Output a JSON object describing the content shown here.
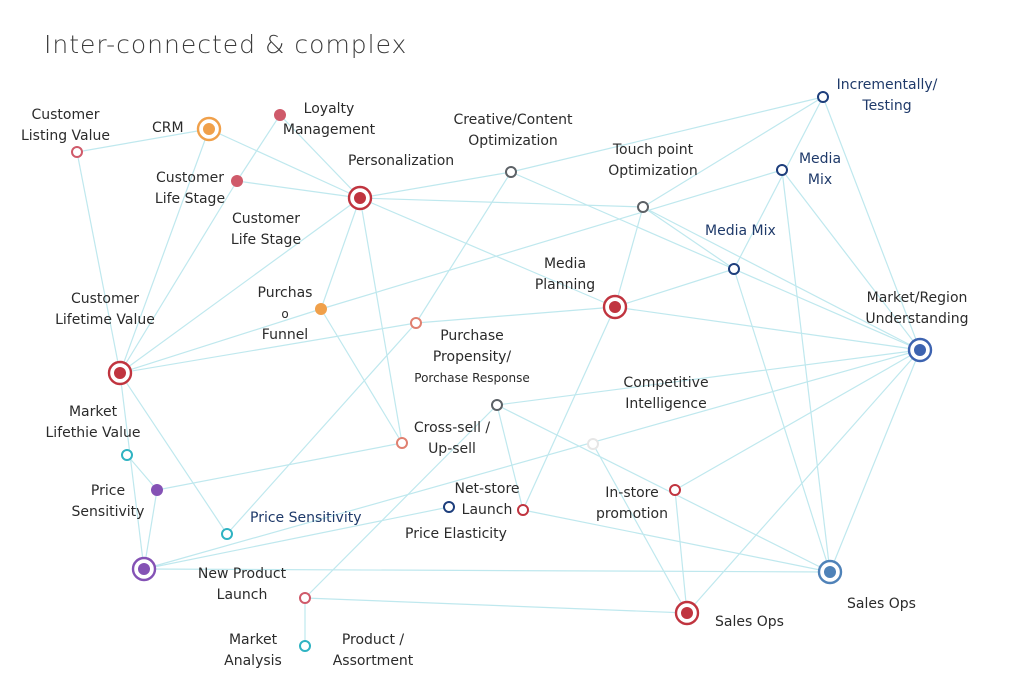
{
  "title": "Inter-connected & complex",
  "colors": {
    "link": "#bfe8ee",
    "red": "#c0343f",
    "orange": "#f0a04a",
    "rose": "#cf5a6a",
    "salmon": "#e08070",
    "gray": "#5c6166",
    "navy": "#1d3e7c",
    "blue": "#3d63b0",
    "steel": "#4f82b8",
    "teal": "#2fb3c2",
    "purple": "#8452b5",
    "faint": "#e6e6e6"
  },
  "labels": {
    "customer_listing_value": [
      "Customer",
      "Listing Value"
    ],
    "crm": "CRM",
    "loyalty": [
      "Loyalty",
      "Management"
    ],
    "creative": [
      "Creative/Content",
      "Optimization"
    ],
    "personalization": "Personalization",
    "touchpoint": [
      "Touch point",
      "Optimization"
    ],
    "incrementally": [
      "Incrementally/",
      "Testing"
    ],
    "media_mix_top": [
      "Media",
      "Mix"
    ],
    "customer_life_stage_1": [
      "Customer",
      "Life Stage"
    ],
    "customer_life_stage_2": [
      "Customer",
      "Life Stage"
    ],
    "media_mix": "Media Mix",
    "media_planning": [
      "Media",
      "Planning"
    ],
    "purchase_funnel": [
      "Purchas",
      "o",
      "Funnel"
    ],
    "customer_lifetime": [
      "Customer",
      "Lifetime Value"
    ],
    "market_region": [
      "Market/Region",
      "Understanding"
    ],
    "purchase_propensity": [
      "Purchase",
      "Propensity/",
      "Porchase Response"
    ],
    "competitive": [
      "Competitive",
      "Intelligence"
    ],
    "market_lifethie": [
      "Market",
      "Lifethie Value"
    ],
    "cross_sell": [
      "Cross-sell /",
      "Up-sell"
    ],
    "price_sensitivity_1": [
      "Price",
      "Sensitivity"
    ],
    "net_store": [
      "Net-store",
      "Launch"
    ],
    "in_store": [
      "In-store",
      "promotion"
    ],
    "price_sensitivity_2": "Price Sensitivity",
    "price_elasticity": "Price Elasticity",
    "new_product": [
      "New Product",
      "Launch"
    ],
    "sales_ops_1": "Sales Ops",
    "sales_ops_2": "Sales Ops",
    "market_analysis": [
      "Market",
      "Analysis"
    ],
    "product_assortment": [
      "Product /",
      "Assortment"
    ]
  }
}
